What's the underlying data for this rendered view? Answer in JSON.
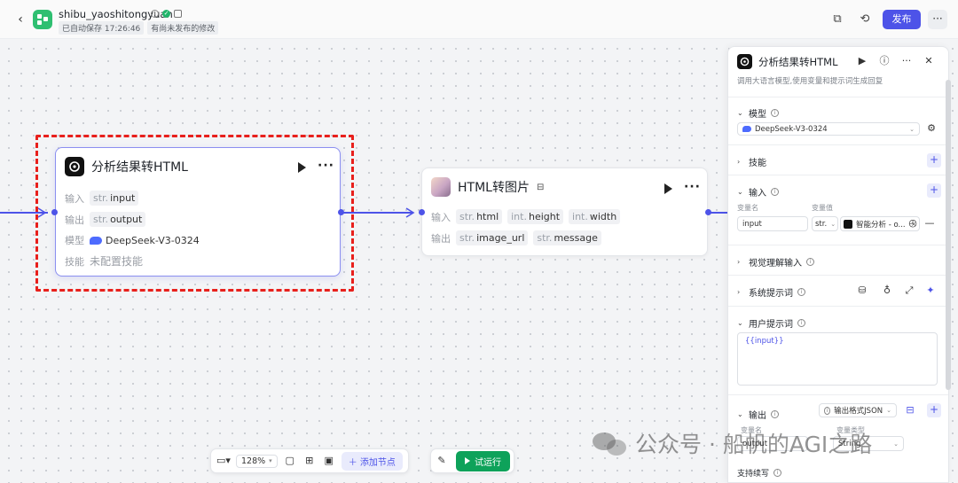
{
  "header": {
    "app_name": "shibu_yaoshitongyuan",
    "autosave": "已自动保存 17:26:46",
    "unpublished": "有尚未发布的修改",
    "publish_label": "发布",
    "more_label": "···",
    "back_icon": "chevron-left-icon"
  },
  "nodes": [
    {
      "title": "分析结果转HTML",
      "rows": [
        {
          "label": "输入",
          "chips": [
            {
              "type": "str.",
              "name": "input"
            }
          ]
        },
        {
          "label": "输出",
          "chips": [
            {
              "type": "str.",
              "name": "output"
            }
          ]
        },
        {
          "label": "模型",
          "value": "DeepSeek-V3-0324"
        },
        {
          "label": "技能",
          "value": "未配置技能"
        }
      ]
    },
    {
      "title": "HTML转图片",
      "rows": [
        {
          "label": "输入",
          "chips": [
            {
              "type": "str.",
              "name": "html"
            },
            {
              "type": "int.",
              "name": "height"
            },
            {
              "type": "int.",
              "name": "width"
            }
          ]
        },
        {
          "label": "输出",
          "chips": [
            {
              "type": "str.",
              "name": "image_url"
            },
            {
              "type": "str.",
              "name": "message"
            }
          ]
        }
      ]
    }
  ],
  "toolbar": {
    "zoom": "128%",
    "add_node": "添加节点",
    "run": "试运行"
  },
  "panel": {
    "title": "分析结果转HTML",
    "description": "调用大语言模型,使用变量和提示词生成回复",
    "sections": {
      "model": {
        "title": "模型",
        "value": "DeepSeek-V3-0324"
      },
      "skills": {
        "title": "技能"
      },
      "input": {
        "title": "输入",
        "col_name": "变量名",
        "col_value": "变量值",
        "var_name": "input",
        "var_type": "str.",
        "var_value": "智能分析 - o..."
      },
      "vision": {
        "title": "视觉理解输入"
      },
      "system_prompt": {
        "title": "系统提示词"
      },
      "user_prompt": {
        "title": "用户提示词",
        "content": "{{input}}"
      },
      "output": {
        "title": "输出",
        "format": "输出格式JSON",
        "col_name": "变量名",
        "col_type": "变量类型",
        "var_name": "output",
        "var_type": "String"
      },
      "continuation": {
        "title": "支持续写"
      }
    }
  },
  "watermark": "公众号 · 船帆的AGI之路",
  "colors": {
    "accent": "#4d53e8",
    "run_green": "#0ea25a",
    "highlight_red": "#e8201c"
  }
}
